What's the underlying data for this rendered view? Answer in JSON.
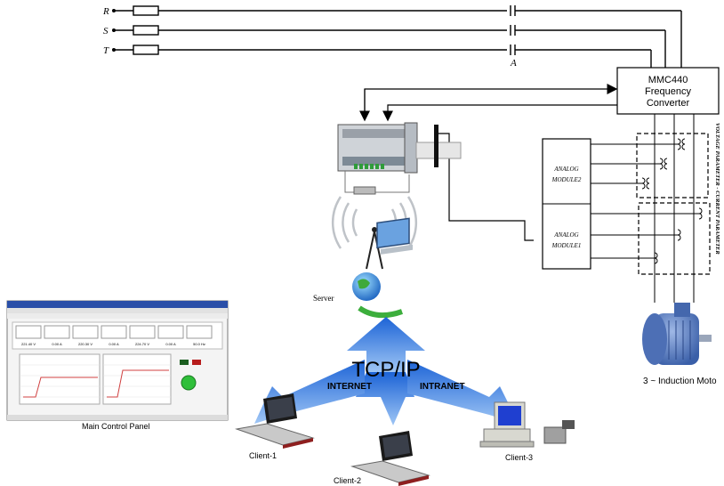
{
  "supply": {
    "phase_r": "R",
    "phase_s": "S",
    "phase_t": "T",
    "contactor": "A"
  },
  "converter": {
    "line1": "MMC440",
    "line2": "Frequency",
    "line3": "Converter"
  },
  "analog_module2": {
    "line1": "ANALOG",
    "line2": "MODULE2"
  },
  "analog_module1": {
    "line1": "ANALOG",
    "line2": "MODULE1"
  },
  "side_label": "VOLTAGE PARAMETER - CURRENT PARAMETER",
  "motor_label": "3 ~   Induction Moto",
  "server_label": "Server",
  "network": {
    "protocol": "TCP/IP",
    "left": "INTERNET",
    "right": "INTRANET"
  },
  "clients": {
    "client1": "Client-1",
    "client2": "Client-2",
    "client3": "Client-3"
  },
  "panel_caption": "Main Control Panel",
  "panel_readouts": [
    "221.40 V",
    "0.00 A",
    "220.30 V",
    "0.00 A",
    "224.70 V",
    "0.00 A",
    "50.0 Hz"
  ]
}
